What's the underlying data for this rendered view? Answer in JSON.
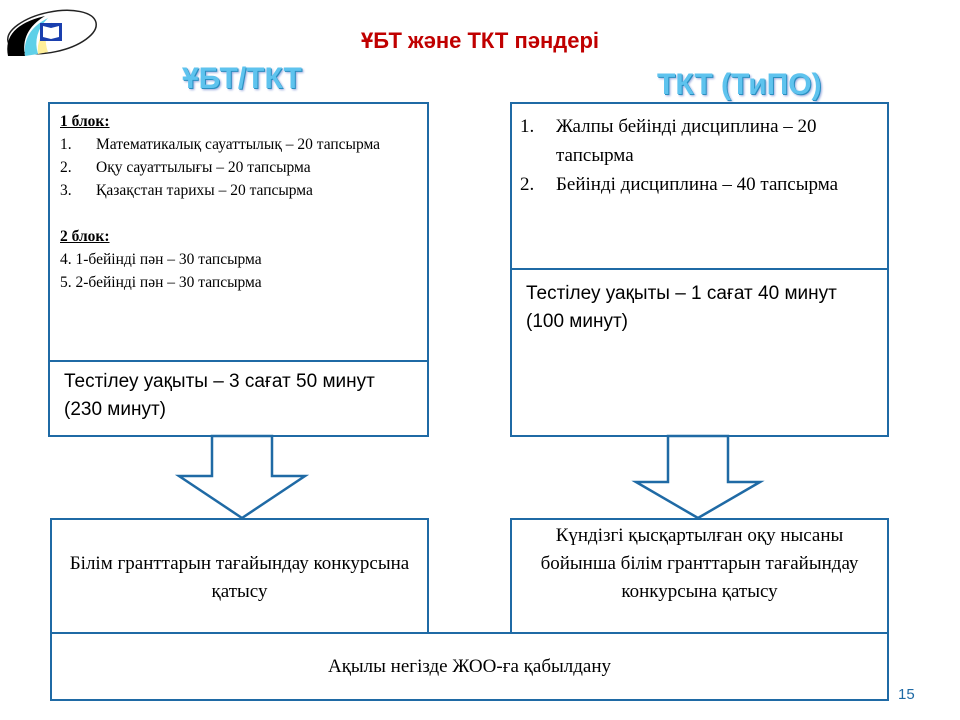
{
  "title": "ҰБТ және ТКТ пәндері",
  "left": {
    "heading": "ҰБТ/ТКТ",
    "block1": "1 блок:",
    "items1": [
      {
        "n": "1.",
        "t": "Математикалық сауаттылық – 20 тапсырма"
      },
      {
        "n": "2.",
        "t": "Оқу сауаттылығы – 20 тапсырма"
      },
      {
        "n": "3.",
        "t": "Қазақстан тарихы – 20 тапсырма"
      }
    ],
    "block2": "2 блок:",
    "items2": [
      "4. 1-бейінді пән – 30 тапсырма",
      "5. 2-бейінді пән – 30 тапсырма"
    ],
    "time": "Тестілеу уақыты – 3 сағат 50 минут (230 минут)",
    "result": "Білім гранттарын тағайындау конкурсына қатысу"
  },
  "right": {
    "heading": "ТКТ (ТиПО)",
    "items": [
      {
        "n": "1.",
        "t": "Жалпы бейінді дисциплина – 20 тапсырма"
      },
      {
        "n": "2.",
        "t": "Бейінді дисциплина – 40 тапсырма"
      }
    ],
    "time": "Тестілеу уақыты – 1 сағат 40 минут (100 минут)",
    "result": "Күндізгі қысқартылған оқу нысаны бойынша білім гранттарын тағайындау конкурсына қатысу"
  },
  "bottom": "Ақылы негізде ЖОО-ға қабылдану",
  "page_number": "15"
}
